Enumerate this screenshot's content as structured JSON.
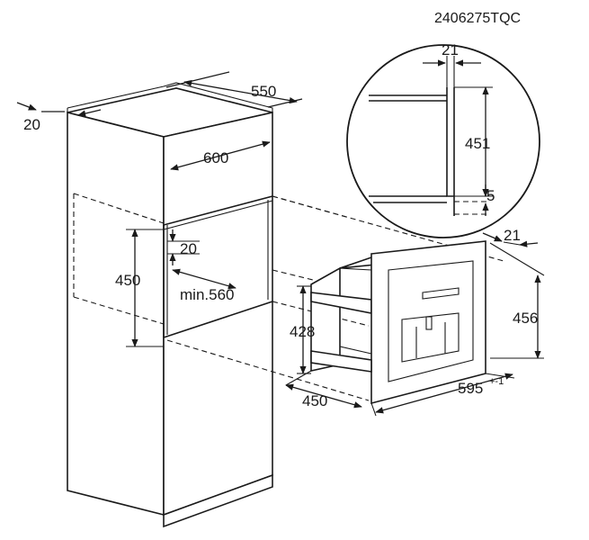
{
  "diagram": {
    "code": "2406275TQC",
    "dimensions": {
      "cabinet_depth": "550",
      "cabinet_side_gap": "20",
      "cabinet_width": "600",
      "niche_top_gap": "20",
      "niche_height": "450",
      "niche_min_depth": "min.560",
      "appliance_body_height": "428",
      "appliance_depth": "450",
      "appliance_width": "595",
      "appliance_width_tolerance": "+-1",
      "appliance_height": "456",
      "appliance_front_thickness": "21",
      "detail_front_thickness": "21",
      "detail_height": "451",
      "detail_gap": "5"
    }
  }
}
